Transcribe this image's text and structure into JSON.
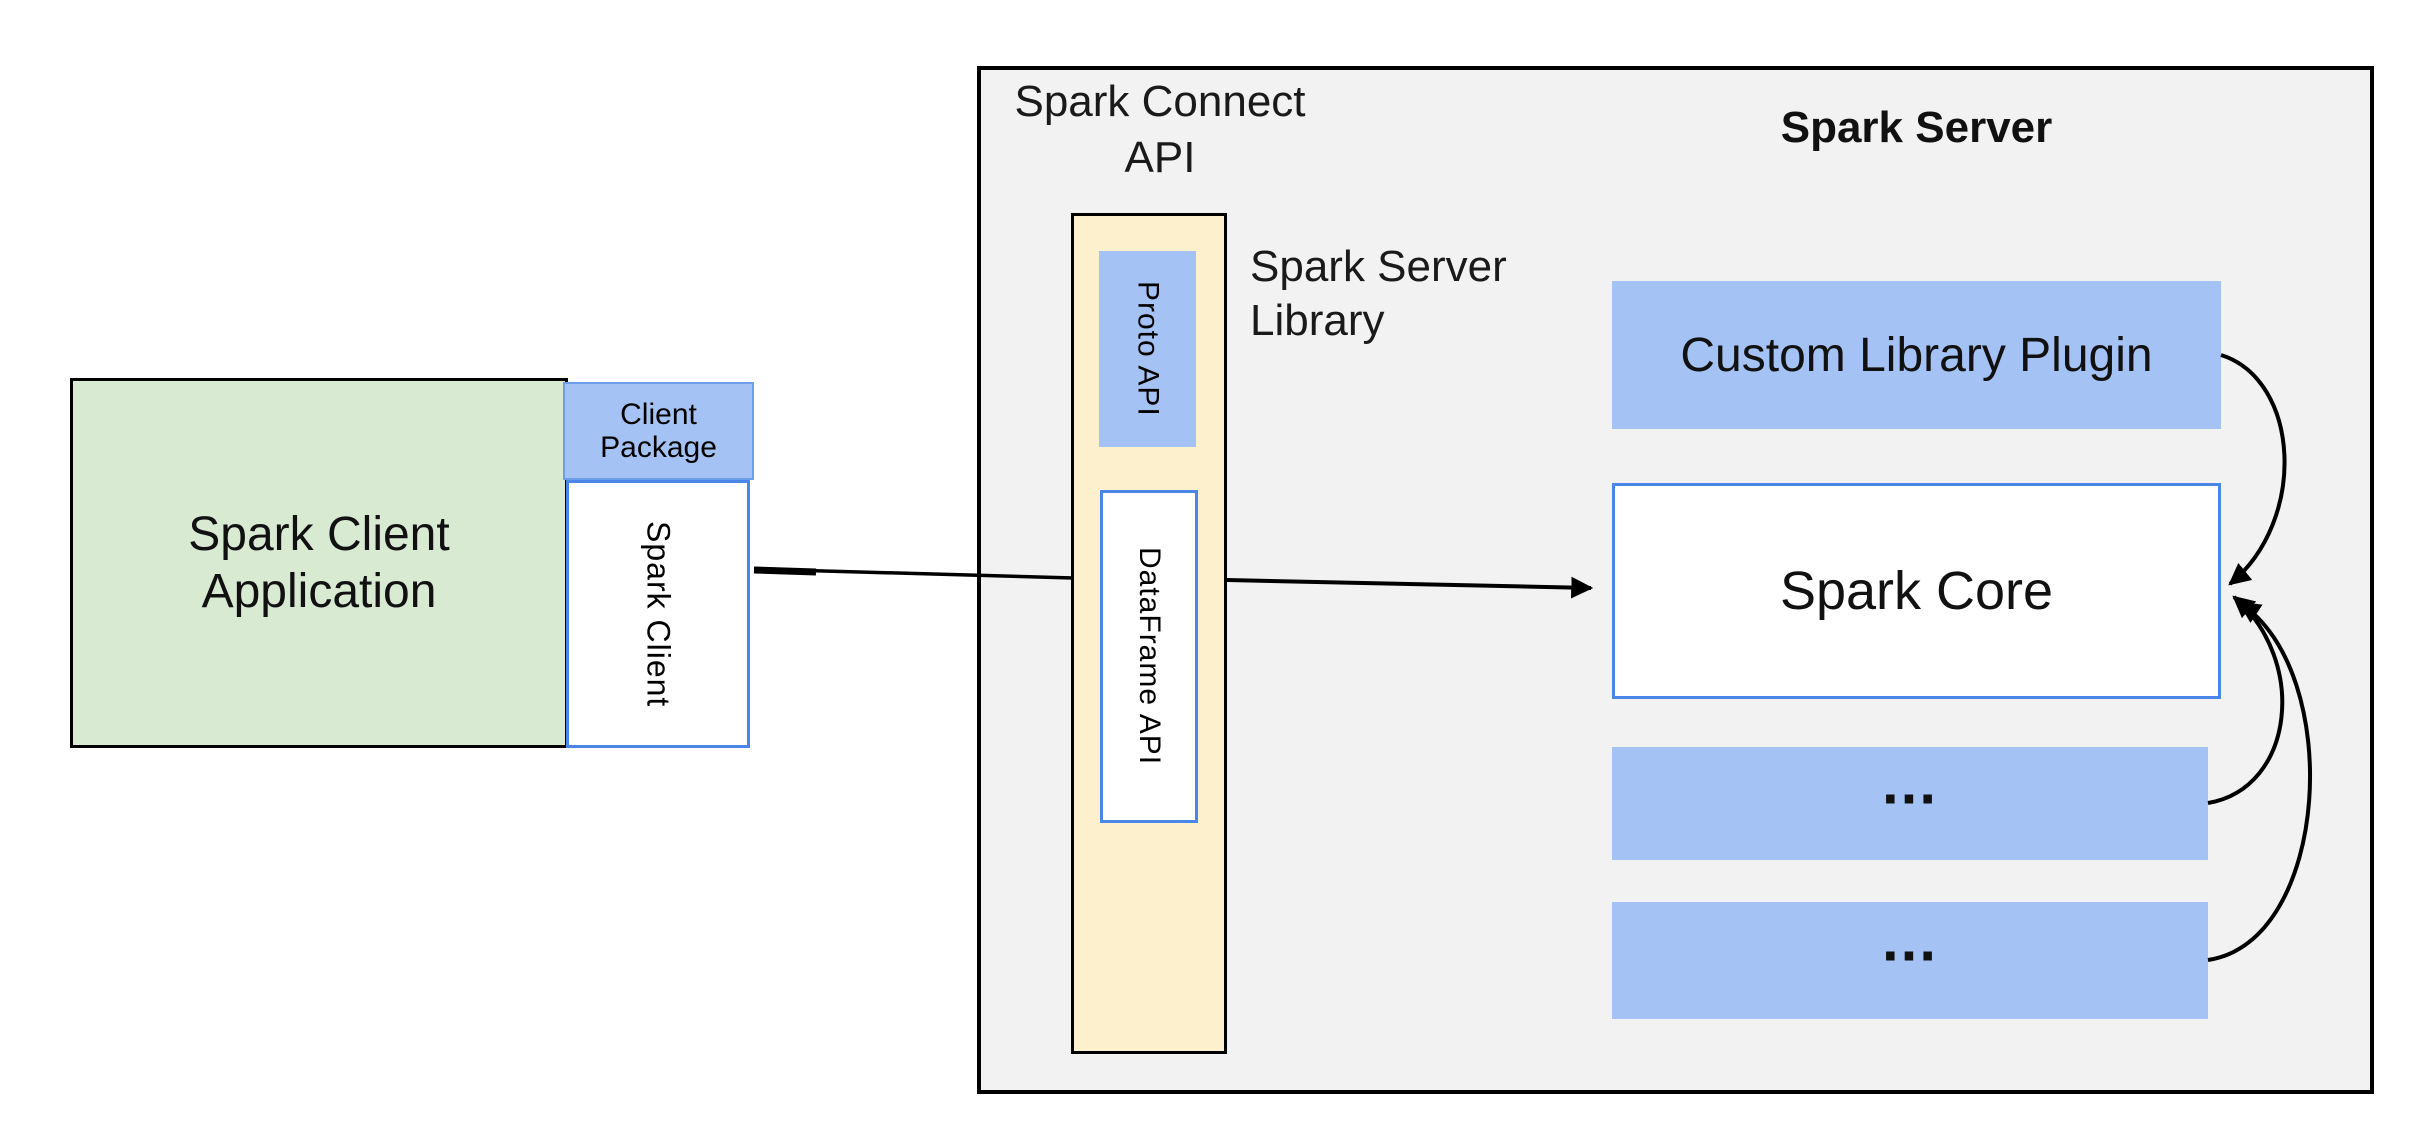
{
  "diagram": {
    "client_app": {
      "line1": "Spark Client",
      "line2": "Application"
    },
    "client_package": {
      "line1": "Client",
      "line2": "Package"
    },
    "spark_client": {
      "label": "Spark Client"
    },
    "connect_api": {
      "line1": "Spark Connect",
      "line2": "API"
    },
    "proto_api": {
      "label": "Proto API"
    },
    "dataframe_api": {
      "label": "DataFrame API"
    },
    "server_library": {
      "line1": "Spark Server",
      "line2": "Library"
    },
    "server": {
      "title": "Spark Server"
    },
    "custom_plugin": {
      "label": "Custom Library Plugin"
    },
    "spark_core": {
      "label": "Spark Core"
    },
    "placeholder_1": {
      "label": "..."
    },
    "placeholder_2": {
      "label": "..."
    },
    "colors": {
      "light_blue_fill": "#a4c2f4",
      "green_fill": "#d9ead3",
      "yellow_fill": "#fdf0cd",
      "gray_fill": "#f2f2f2",
      "blue_border": "#4a86e8",
      "black_border": "#000000",
      "white_fill": "#ffffff"
    },
    "arrows": [
      {
        "from": "spark-client",
        "to": "spark-connect-api-column"
      },
      {
        "from": "spark-connect-api-column",
        "to": "spark-core"
      },
      {
        "from": "custom-library-plugin",
        "to": "spark-core"
      },
      {
        "from": "placeholder-1",
        "to": "spark-core"
      },
      {
        "from": "placeholder-2",
        "to": "spark-core"
      }
    ]
  }
}
